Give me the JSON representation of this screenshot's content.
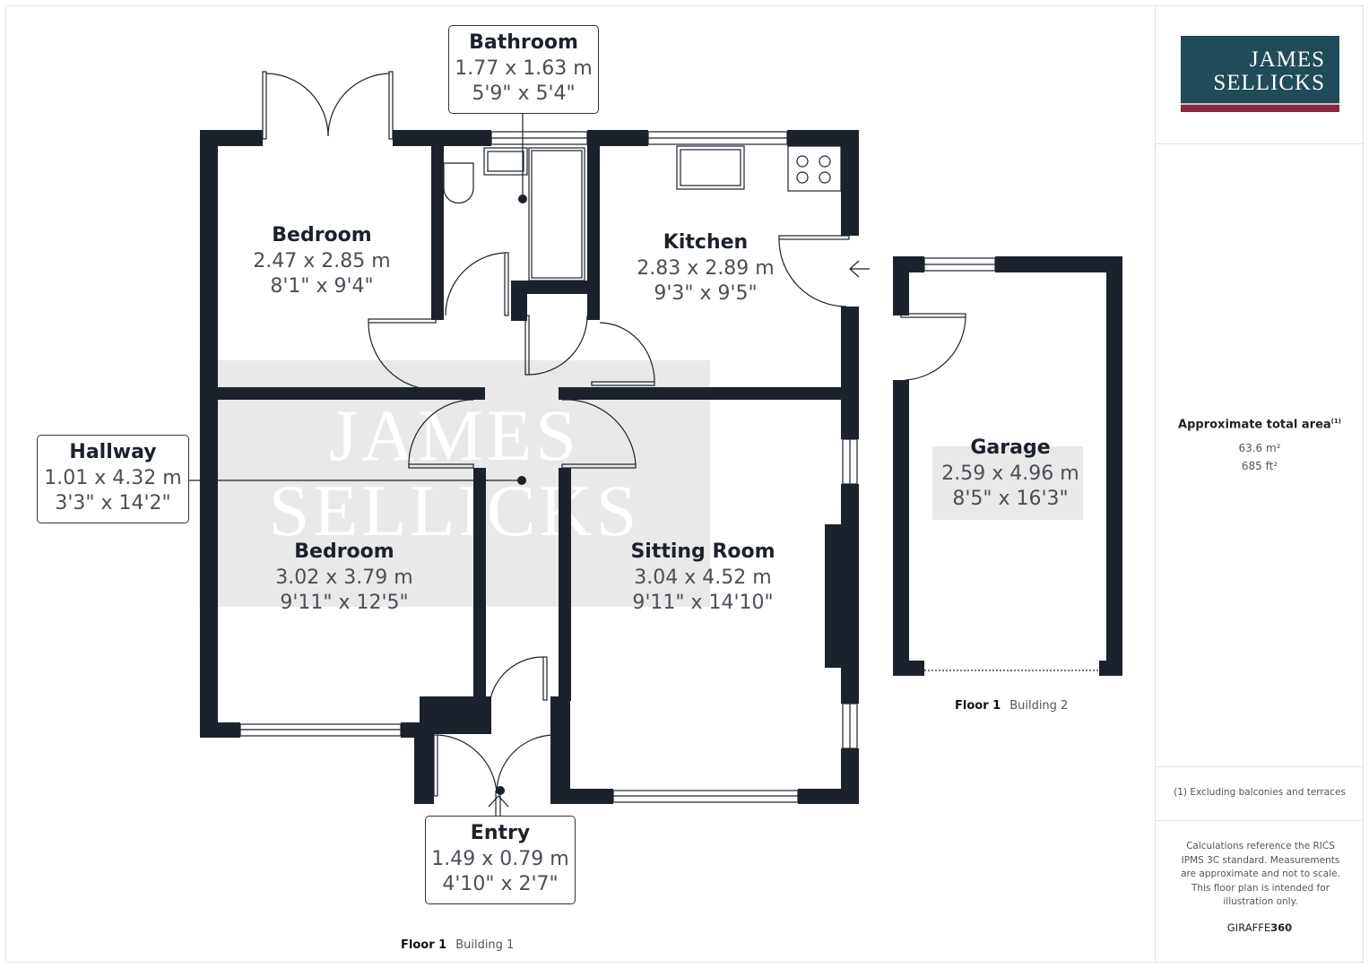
{
  "brand": {
    "logo_line1": "JAMES",
    "logo_line2": "SELLICKS",
    "logo_bg": "#204c5a",
    "logo_accent": "#8b2741",
    "watermark_line1": "JAMES",
    "watermark_line2": "SELLICKS"
  },
  "summary": {
    "area_title": "Approximate total area",
    "area_footnote_mark": "(1)",
    "area_m2": "63.6 m²",
    "area_ft2": "685 ft²",
    "footnote": "(1) Excluding balconies and terraces",
    "disclaimer": "Calculations reference the RICS IPMS 3C standard. Measurements are approximate and not to scale. This floor plan is intended for illustration only.",
    "provider_a": "GIRAFFE",
    "provider_b": "360"
  },
  "rooms": [
    {
      "name": "Bedroom",
      "metric": "2.47 x 2.85 m",
      "imperial": "8'1\" x 9'4\""
    },
    {
      "name": "Bathroom",
      "metric": "1.77 x 1.63 m",
      "imperial": "5'9\" x 5'4\""
    },
    {
      "name": "Kitchen",
      "metric": "2.83 x 2.89 m",
      "imperial": "9'3\" x 9'5\""
    },
    {
      "name": "Hallway",
      "metric": "1.01 x 4.32 m",
      "imperial": "3'3\" x 14'2\""
    },
    {
      "name": "Bedroom",
      "metric": "3.02 x 3.79 m",
      "imperial": "9'11\" x 12'5\""
    },
    {
      "name": "Sitting Room",
      "metric": "3.04 x 4.52 m",
      "imperial": "9'11\" x 14'10\""
    },
    {
      "name": "Entry",
      "metric": "1.49 x 0.79 m",
      "imperial": "4'10\" x 2'7\""
    },
    {
      "name": "Garage",
      "metric": "2.59 x 4.96 m",
      "imperial": "8'5\" x 16'3\""
    }
  ],
  "floors": [
    {
      "floor": "Floor 1",
      "building": "Building 1"
    },
    {
      "floor": "Floor 1",
      "building": "Building 2"
    }
  ],
  "colors": {
    "wall": "#1b222b",
    "text_dim": "#4a4f57"
  }
}
